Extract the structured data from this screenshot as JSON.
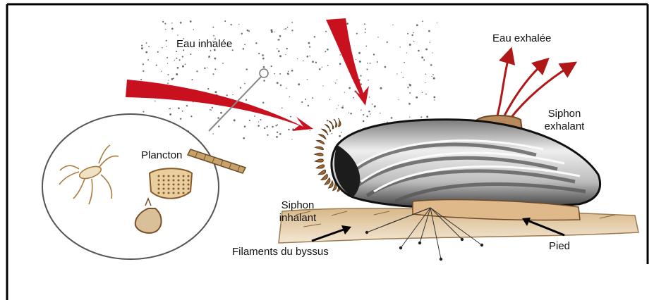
{
  "labels": {
    "eau_inhalee": "Eau inhalée",
    "eau_exhalee": "Eau exhalée",
    "siphon_exhalant_line1": "Siphon",
    "siphon_exhalant_line2": "exhalant",
    "plancton": "Plancton",
    "siphon_inhalant_line1": "Siphon",
    "siphon_inhalant_line2": "inhalant",
    "filaments_byssus": "Filaments du byssus",
    "pied": "Pied"
  },
  "colors": {
    "inflow_arrow": "#c8101e",
    "outflow_arrow": "#b01818",
    "shell_dark": "#2a2a2a",
    "shell_light": "#e8e8e8",
    "sediment": "#c9a679",
    "frame": "#000000"
  }
}
